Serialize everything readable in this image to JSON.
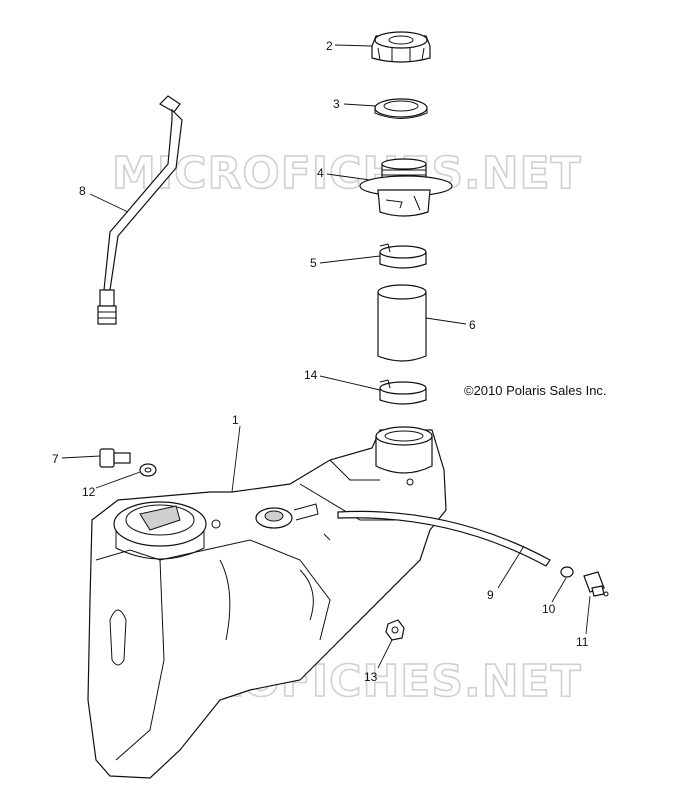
{
  "watermark": "MICROFICHES.NET",
  "copyright": "©2010 Polaris Sales Inc.",
  "callouts": {
    "c1": "1",
    "c2": "2",
    "c3": "3",
    "c4": "4",
    "c5": "5",
    "c6": "6",
    "c7": "7",
    "c8": "8",
    "c9": "9",
    "c10": "10",
    "c11": "11",
    "c12": "12",
    "c13": "13",
    "c14": "14"
  }
}
